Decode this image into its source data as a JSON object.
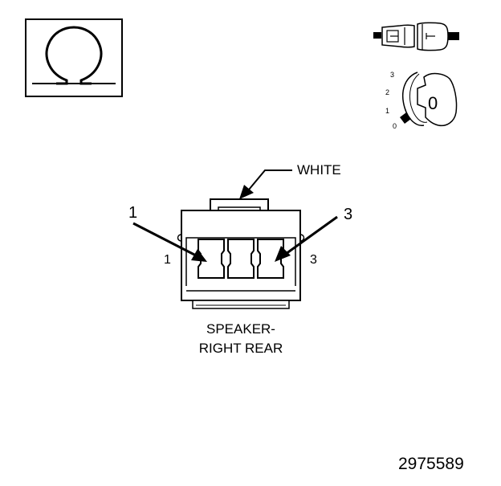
{
  "connector": {
    "color_label": "WHITE",
    "title_line1": "SPEAKER-",
    "title_line2": "RIGHT REAR"
  },
  "pins": {
    "callout_left": "1",
    "callout_right": "3",
    "cavity_left": "1",
    "cavity_right": "3"
  },
  "ignition_key": {
    "positions": [
      "3",
      "2",
      "1",
      "0"
    ],
    "face_label": "0"
  },
  "document": {
    "number": "2975589"
  },
  "icons": {
    "ohm": "ohmmeter-icon",
    "connector_pair": "connector-separated-icon",
    "key": "ignition-key-icon"
  }
}
